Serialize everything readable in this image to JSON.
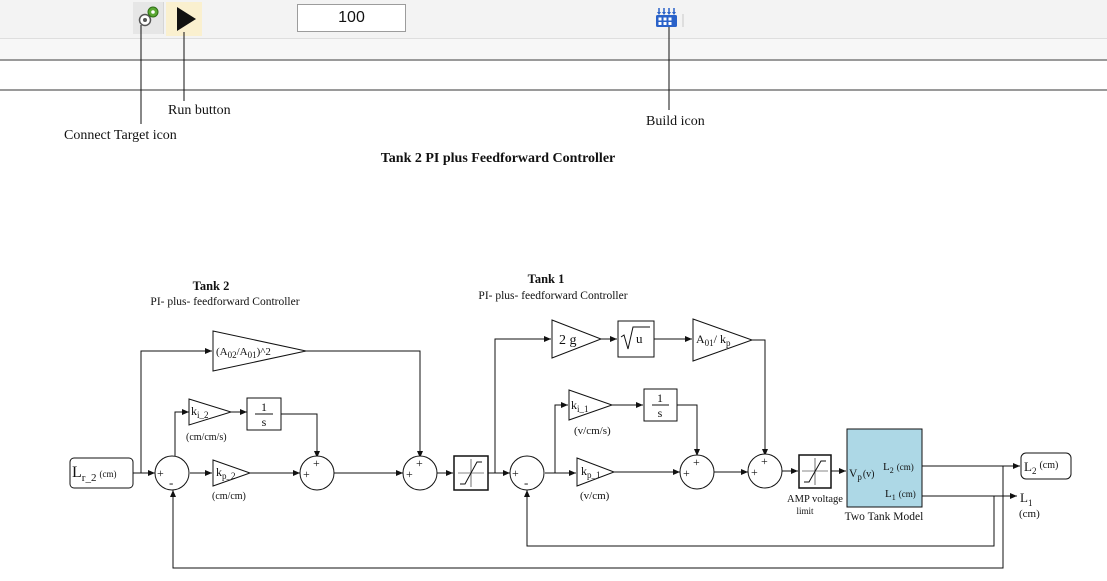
{
  "toolbar": {
    "stop_time": "100",
    "icons": [
      "connect-target-icon",
      "run-icon",
      "build-icon"
    ]
  },
  "callouts": {
    "connect_target": "Connect Target icon",
    "run_button": "Run button",
    "build_icon": "Build icon"
  },
  "diagram": {
    "title": "Tank 2 PI plus Feedforward Controller",
    "tank2_heading": "Tank 2",
    "tank2_sub": "PI- plus- feedforward Controller",
    "tank1_heading": "Tank 1",
    "tank1_sub": "PI- plus- feedforward Controller",
    "input_ref": "L",
    "input_ref_sub": "r_2",
    "input_ref_unit": "(cm)",
    "ff_gain2": "(A",
    "ff_gain2_sub1": "02",
    "ff_gain2_mid": "/A",
    "ff_gain2_sub2": "01",
    "ff_gain2_end": ")^2",
    "ki2": "k",
    "ki2_sub": "i_2",
    "ki2_unit": "(cm/cm/s)",
    "kp2": "k",
    "kp2_sub": "p_2",
    "kp2_unit": "(cm/cm)",
    "integrator_num": "1",
    "integrator_den": "s",
    "gain_2g": "2 g",
    "sqrt_u": "u",
    "ff_gain1": "A",
    "ff_gain1_sub1": "01",
    "ff_gain1_mid": "/ k",
    "ff_gain1_sub2": "p",
    "ki1": "k",
    "ki1_sub": "i_1",
    "ki1_unit": "(v/cm/s)",
    "kp1": "k",
    "kp1_sub": "p_1",
    "kp1_unit": "(v/cm)",
    "amp_limit_1": "AMP voltage",
    "amp_limit_2": "limit",
    "plant_in": "V",
    "plant_in_sub": "p",
    "plant_in_end": "(v)",
    "plant_out1": "L",
    "plant_out1_sub": "2",
    "plant_out1_unit": "(cm)",
    "plant_out2": "L",
    "plant_out2_sub": "1",
    "plant_out2_unit": "(cm)",
    "plant_name": "Two Tank Model",
    "out_l2": "L",
    "out_l2_sub": "2",
    "out_l2_unit": "(cm)",
    "out_l1": "L",
    "out_l1_sub": "1",
    "out_l1_unit": "(cm)",
    "plus": "+",
    "minus": "-"
  },
  "colors": {
    "plant_fill": "#add8e6",
    "run_highlight": "#faf0cf",
    "build_icon": "#2a62c9"
  }
}
